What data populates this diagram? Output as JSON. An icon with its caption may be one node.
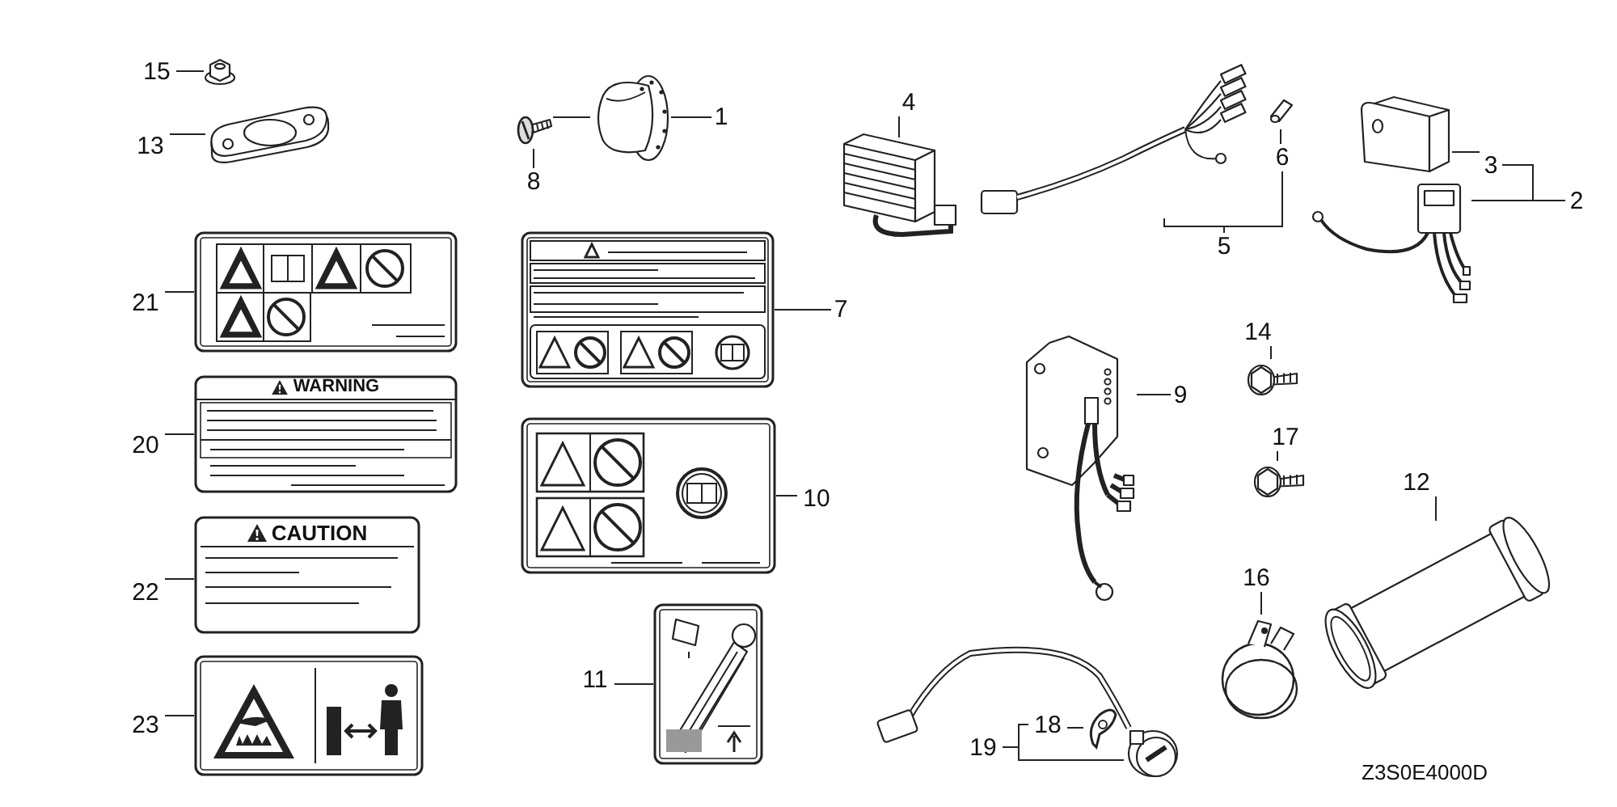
{
  "diagram": {
    "nodes": [
      {
        "text": [
          "15"
        ]
      },
      {
        "text": [],
        "shape": "picture"
      },
      {
        "text": [
          "13"
        ]
      },
      {
        "text": [],
        "shape": "picture"
      },
      {
        "text": [
          "1"
        ]
      },
      {
        "text": [],
        "shape": "picture"
      },
      {
        "text": [],
        "shape": "picture"
      },
      {
        "text": [
          "8"
        ]
      },
      {
        "text": [
          "4"
        ]
      },
      {
        "text": [],
        "shape": "picture"
      },
      {
        "text": [],
        "shape": "picture"
      },
      {
        "text": [
          "6"
        ]
      },
      {
        "text": [],
        "shape": "picture"
      },
      {
        "text": [
          "5"
        ]
      },
      {
        "text": [
          "3"
        ]
      },
      {
        "text": [],
        "shape": "picture"
      },
      {
        "text": [
          "2"
        ]
      },
      {
        "text": [],
        "shape": "picture"
      },
      {
        "text": [
          "21"
        ]
      },
      {
        "text": [],
        "shape": "picture"
      },
      {
        "text": [
          "7"
        ]
      },
      {
        "text": [],
        "shape": "picture"
      },
      {
        "text": [
          "20"
        ]
      },
      {
        "text": [
          "WARNING"
        ]
      },
      {
        "text": [
          "10"
        ]
      },
      {
        "text": [],
        "shape": "picture"
      },
      {
        "text": [
          "14"
        ]
      },
      {
        "text": [],
        "shape": "picture"
      },
      {
        "text": [
          "9"
        ]
      },
      {
        "text": [],
        "shape": "picture"
      },
      {
        "text": [
          "17"
        ]
      },
      {
        "text": [],
        "shape": "picture"
      },
      {
        "text": [
          "12"
        ]
      },
      {
        "text": [],
        "shape": "picture"
      },
      {
        "text": [
          "22"
        ]
      },
      {
        "text": [
          "CAUTION"
        ]
      },
      {
        "text": [
          "16"
        ]
      },
      {
        "text": [],
        "shape": "picture"
      },
      {
        "text": [
          "23"
        ]
      },
      {
        "text": [],
        "shape": "picture"
      },
      {
        "text": [
          "11"
        ]
      },
      {
        "text": [],
        "shape": "picture"
      },
      {
        "text": [
          "18"
        ]
      },
      {
        "text": [],
        "shape": "picture"
      },
      {
        "text": [
          "19"
        ]
      },
      {
        "text": [],
        "shape": "picture"
      }
    ],
    "edges": [
      {
        "from": 0,
        "to": 1,
        "arrow": "none"
      },
      {
        "from": 2,
        "to": 3,
        "arrow": "none"
      },
      {
        "from": 4,
        "to": 5,
        "arrow": "none"
      },
      {
        "from": 7,
        "to": 6,
        "arrow": "none"
      },
      {
        "from": 6,
        "to": 5,
        "arrow": "none"
      },
      {
        "from": 8,
        "to": 9,
        "arrow": "none"
      },
      {
        "from": 13,
        "to": 10,
        "arrow": "none"
      },
      {
        "from": 13,
        "to": 11,
        "arrow": "none"
      },
      {
        "from": 11,
        "to": 12,
        "arrow": "none"
      },
      {
        "from": 14,
        "to": 15,
        "arrow": "none"
      },
      {
        "from": 16,
        "to": 14,
        "arrow": "none"
      },
      {
        "from": 16,
        "to": 17,
        "arrow": "none"
      },
      {
        "from": 18,
        "to": 19,
        "arrow": "none"
      },
      {
        "from": 20,
        "to": 21,
        "arrow": "none"
      },
      {
        "from": 22,
        "to": 23,
        "arrow": "none"
      },
      {
        "from": 24,
        "to": 25,
        "arrow": "none"
      },
      {
        "from": 26,
        "to": 27,
        "arrow": "none"
      },
      {
        "from": 28,
        "to": 29,
        "arrow": "none"
      },
      {
        "from": 30,
        "to": 31,
        "arrow": "none"
      },
      {
        "from": 32,
        "to": 33,
        "arrow": "none"
      },
      {
        "from": 34,
        "to": 35,
        "arrow": "none"
      },
      {
        "from": 36,
        "to": 37,
        "arrow": "none"
      },
      {
        "from": 38,
        "to": 39,
        "arrow": "none"
      },
      {
        "from": 40,
        "to": 41,
        "arrow": "none"
      },
      {
        "from": 42,
        "to": 43,
        "arrow": "none"
      },
      {
        "from": 44,
        "to": 42,
        "arrow": "none"
      },
      {
        "from": 44,
        "to": 45,
        "arrow": "none"
      }
    ],
    "labels": [
      "Z3S0E4000D"
    ]
  }
}
